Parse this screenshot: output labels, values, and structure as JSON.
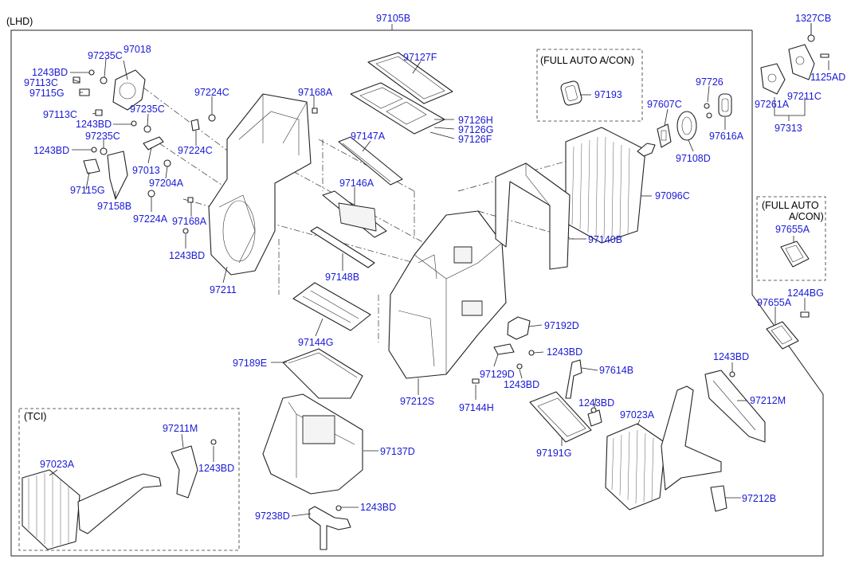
{
  "header": {
    "variant": "(LHD)",
    "assembly": "97105B"
  },
  "boxes": {
    "full_auto_1": "(FULL AUTO A/CON)",
    "full_auto_2_line1": "(FULL AUTO",
    "full_auto_2_line2": "A/CON)",
    "tci": "(TCI)"
  },
  "labels": {
    "p1327CB": "1327CB",
    "p1125AD": "1125AD",
    "p97261A": "97261A",
    "p97211C": "97211C",
    "p97313": "97313",
    "p97235C_a": "97235C",
    "p97018": "97018",
    "p1243BD_a": "1243BD",
    "p97113C_a": "97113C",
    "p97115G_a": "97115G",
    "p97113C_b": "97113C",
    "p1243BD_b": "1243BD",
    "p97235C_b": "97235C",
    "p1243BD_c": "1243BD",
    "p97235C_c": "97235C",
    "p97013": "97013",
    "p97115G_b": "97115G",
    "p97158B": "97158B",
    "p97204A": "97204A",
    "p97224A": "97224A",
    "p97224C_a": "97224C",
    "p97224C_b": "97224C",
    "p97168A_a": "97168A",
    "p97168A_b": "97168A",
    "p1243BD_d": "1243BD",
    "p97211": "97211",
    "p97127F": "97127F",
    "p97126H": "97126H",
    "p97126G": "97126G",
    "p97126F": "97126F",
    "p97147A": "97147A",
    "p97146A": "97146A",
    "p97148B": "97148B",
    "p97144G": "97144G",
    "p97189E": "97189E",
    "p97193": "97193",
    "p97726": "97726",
    "p97607C": "97607C",
    "p97616A": "97616A",
    "p97108D": "97108D",
    "p97096C": "97096C",
    "p97140B": "97140B",
    "p97655A_a": "97655A",
    "p1244BG": "1244BG",
    "p97655A_b": "97655A",
    "p97192D": "97192D",
    "p1243BD_e": "1243BD",
    "p97129D": "97129D",
    "p1243BD_f": "1243BD",
    "p97614B": "97614B",
    "p97212S": "97212S",
    "p97144H": "97144H",
    "p1243BD_g": "1243BD",
    "p97023A_a": "97023A",
    "p1243BD_h": "1243BD",
    "p97212M": "97212M",
    "p97191G": "97191G",
    "p97137D": "97137D",
    "p97212B": "97212B",
    "p97238D": "97238D",
    "p1243BD_i": "1243BD",
    "p97211M": "97211M",
    "p1243BD_j": "1243BD",
    "p97023A_b": "97023A"
  }
}
